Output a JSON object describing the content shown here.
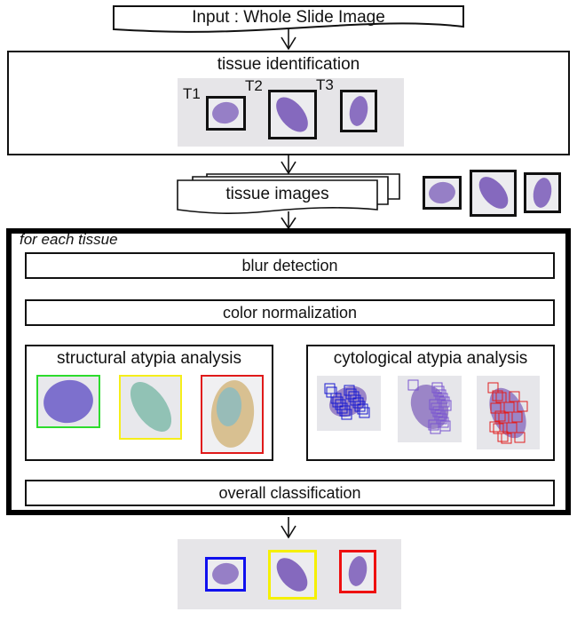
{
  "diagram": {
    "input": {
      "label": "Input : Whole Slide Image"
    },
    "tissue_identification": {
      "title": "tissue identification",
      "tissues": [
        {
          "tag": "T1",
          "box_color": "#111111"
        },
        {
          "tag": "T2",
          "box_color": "#111111"
        },
        {
          "tag": "T3",
          "box_color": "#111111"
        }
      ]
    },
    "tissue_images": {
      "label": "tissue images",
      "thumb_count": 3
    },
    "loop": {
      "title": "for each tissue",
      "steps": {
        "blur": "blur detection",
        "color": "color normalization",
        "structural": {
          "title": "structural atypia analysis",
          "frame_colors": [
            "#2ddc2d",
            "#f5ee1a",
            "#e01a1a"
          ]
        },
        "cytological": {
          "title": "cytological atypia analysis",
          "patch_colors": [
            "#1a1ad0",
            "#7a55d0",
            "#e02020"
          ]
        },
        "overall": "overall classification"
      }
    },
    "output": {
      "result_colors": [
        "#1010ee",
        "#f5f000",
        "#ee1010"
      ]
    },
    "colors": {
      "tissue_stain": "#7a5bb8",
      "panel_gray": "#e6e5e8"
    }
  }
}
